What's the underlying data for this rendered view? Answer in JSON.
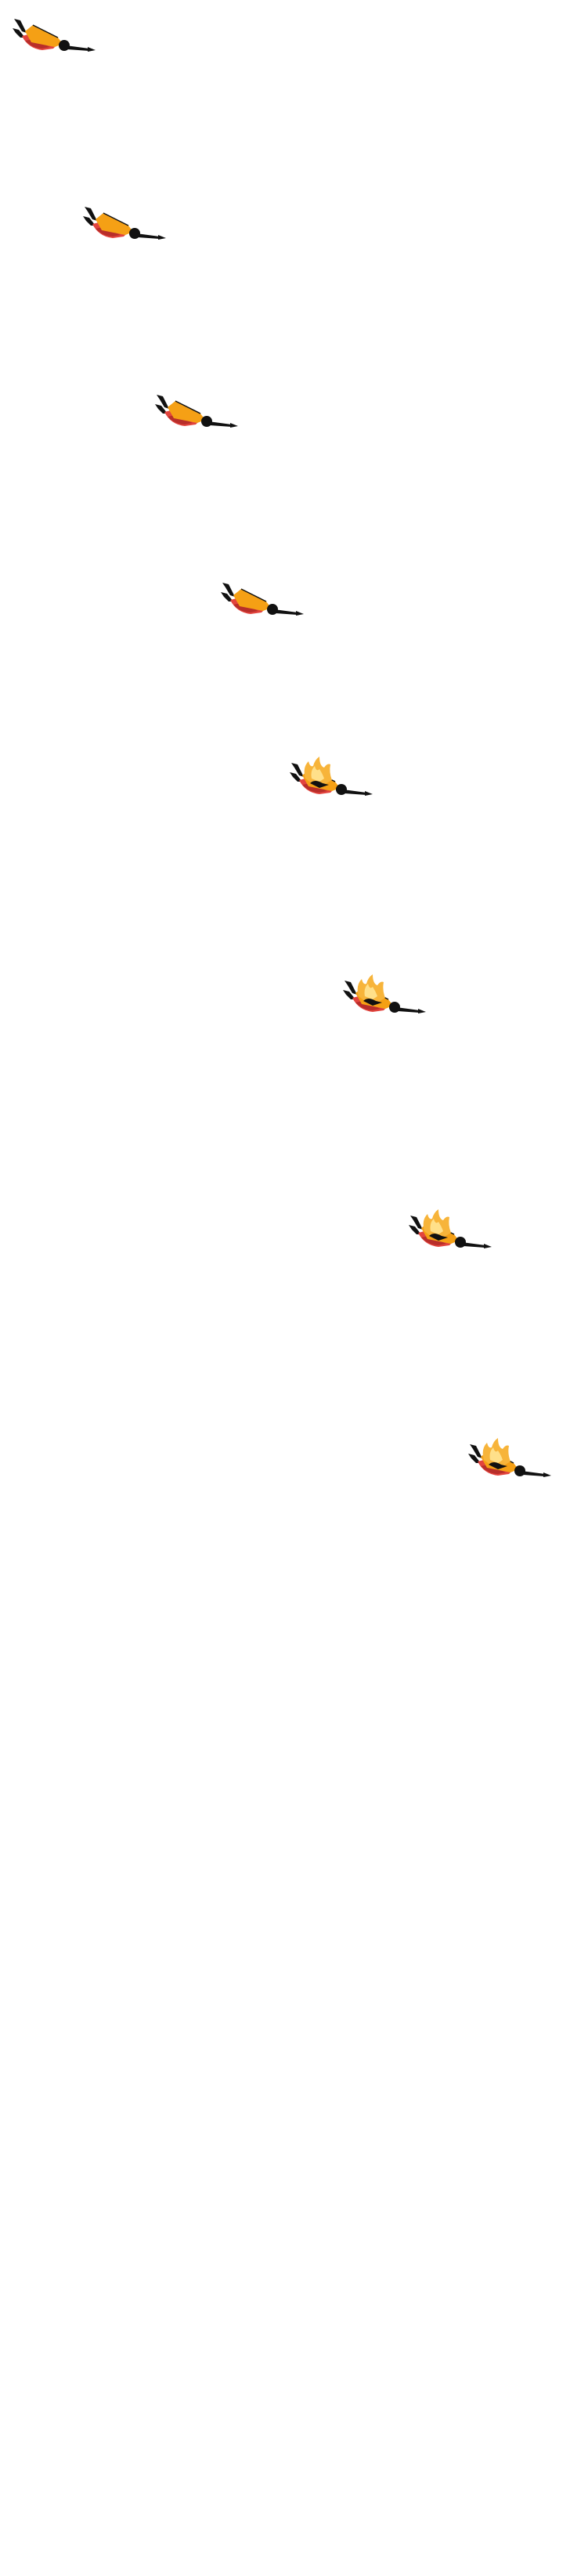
{
  "sprite_sheet": {
    "description_visible": false,
    "colors": {
      "background": "#ffffff",
      "body": "#F5A015",
      "cape": "#E2443E",
      "cape_shadow": "#B82E2A",
      "outline": "#111111",
      "flame_outer": "#F7B43A",
      "flame_inner": "#FFE08A"
    },
    "frames": [
      {
        "index": 1,
        "on_fire": false,
        "flame_icon": null
      },
      {
        "index": 2,
        "on_fire": false,
        "flame_icon": null
      },
      {
        "index": 3,
        "on_fire": false,
        "flame_icon": null
      },
      {
        "index": 4,
        "on_fire": false,
        "flame_icon": null
      },
      {
        "index": 5,
        "on_fire": true,
        "flame_icon": "flame-icon"
      },
      {
        "index": 6,
        "on_fire": true,
        "flame_icon": "flame-icon"
      },
      {
        "index": 7,
        "on_fire": true,
        "flame_icon": "flame-icon"
      },
      {
        "index": 8,
        "on_fire": true,
        "flame_icon": "flame-icon"
      }
    ]
  }
}
